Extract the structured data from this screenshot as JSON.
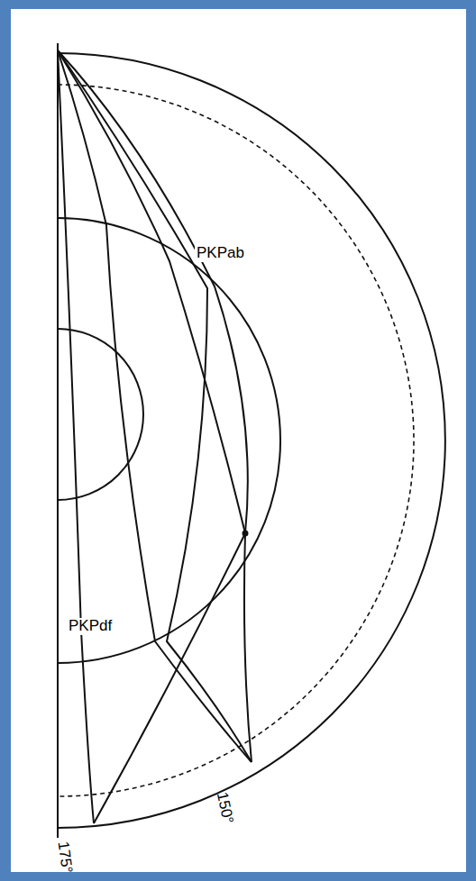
{
  "diagram": {
    "labels": [
      "PKPab",
      "PKPdf",
      "150°",
      "175°"
    ]
  }
}
